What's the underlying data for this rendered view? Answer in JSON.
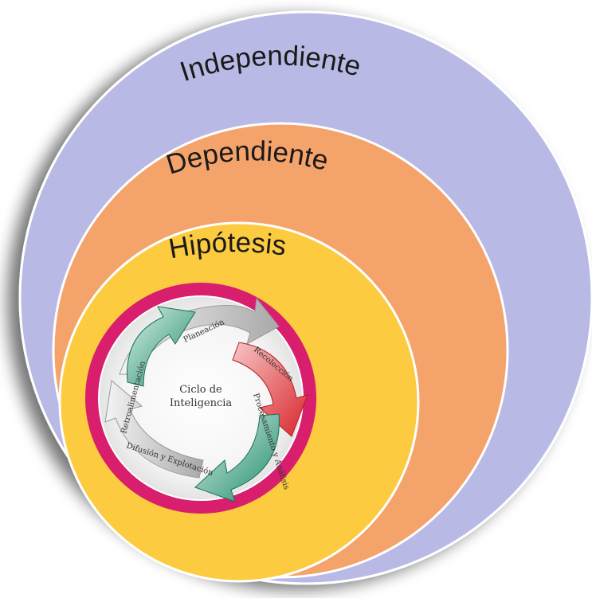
{
  "diagram": {
    "rings": [
      {
        "label": "Independiente",
        "color": "#b9b9e6",
        "stroke": "#ffffff"
      },
      {
        "label": "Dependiente",
        "color": "#f4a36a",
        "stroke": "#ffffff"
      },
      {
        "label": "Hipótesis",
        "color": "#fccb3f",
        "stroke": "#ffffff"
      }
    ],
    "cycle": {
      "border_color": "#d81e6d",
      "center_line1": "Ciclo de",
      "center_line2": "Inteligencia",
      "steps": [
        "Planeación",
        "Recolección",
        "Procesamiento y Análisis",
        "Difusión y Explotación",
        "Retroalimentación"
      ],
      "arrow_colors": {
        "gray": "#c9c9c9",
        "red": "#d9252a",
        "green": "#1f8a6a"
      }
    }
  }
}
